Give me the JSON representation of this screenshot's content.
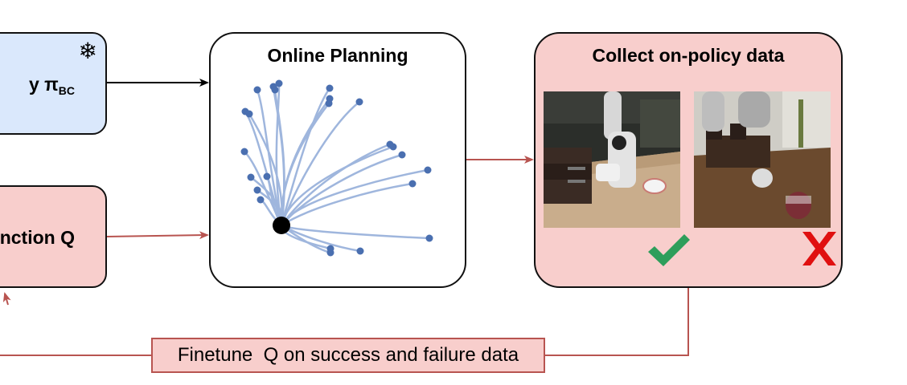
{
  "policy_box": {
    "label_prefix": "y π",
    "label_sub": "BC",
    "freeze_icon": "snowflake-icon"
  },
  "qfunc_box": {
    "label": "nction Q"
  },
  "planning_box": {
    "title": "Online Planning"
  },
  "collect_box": {
    "title": "Collect on-policy data",
    "success_icon": "checkmark-icon",
    "failure_icon": "x-mark-icon"
  },
  "feedback_label": "Finetune  Q on success and failure data",
  "colors": {
    "policy_fill": "#dae8fc",
    "q_fill": "#f8cecc",
    "q_stroke": "#b85450",
    "trajectory": "#7e9dd0",
    "endpoint": "#4a6fb0",
    "success": "#2e9e5b",
    "failure": "#e01010"
  }
}
